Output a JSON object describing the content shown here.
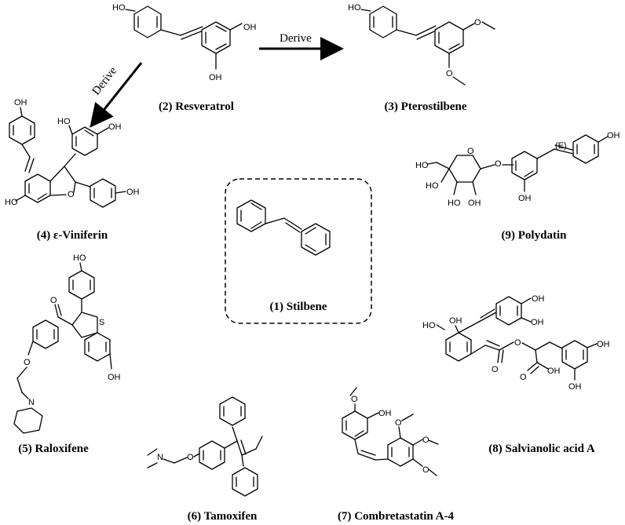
{
  "arrows": [
    {
      "label": "Derive"
    },
    {
      "label": "Derive"
    }
  ],
  "compounds": [
    {
      "caption": "(1) Stilbene"
    },
    {
      "caption": "(2) Resveratrol"
    },
    {
      "caption": "(3) Pterostilbene"
    },
    {
      "caption": "(4) ε-Viniferin"
    },
    {
      "caption": "(5) Raloxifene"
    },
    {
      "caption": "(6) Tamoxifen"
    },
    {
      "caption": "(7) Combretastatin A-4"
    },
    {
      "caption": "(8) Salvianolic acid A"
    },
    {
      "caption": "(9) Polydatin"
    }
  ],
  "atom_labels": {
    "oh": "OH",
    "ho": "HO",
    "o": "O",
    "s": "S",
    "n": "N",
    "e": "(E)"
  }
}
